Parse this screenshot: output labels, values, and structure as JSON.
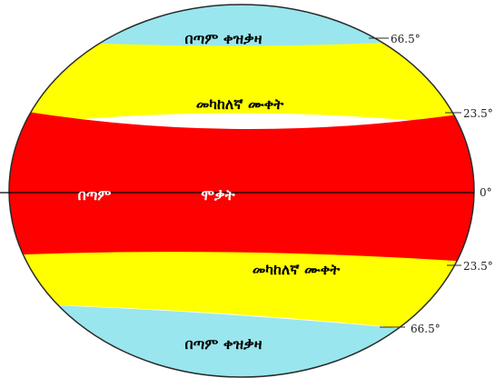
{
  "zones": {
    "north_frigid": "በጣም ቀዝቃዛ",
    "north_temperate": "መካከለኛ ሙቀት",
    "torrid_left": "በጣም",
    "torrid_right": "ሞቃት",
    "south_temperate": "መካከለኛ ሙቀት",
    "south_frigid": "በጣም ቀዝቃዛ"
  },
  "latitudes": {
    "north_arctic": "66.5°",
    "north_tropic": "23.5°",
    "equator": "0°",
    "south_tropic": "23.5°",
    "south_antarctic": "66.5°"
  },
  "colors": {
    "frigid": "#99e6ee",
    "temperate": "#ffff00",
    "torrid": "#ff0000",
    "outline": "#2a2a2a"
  }
}
